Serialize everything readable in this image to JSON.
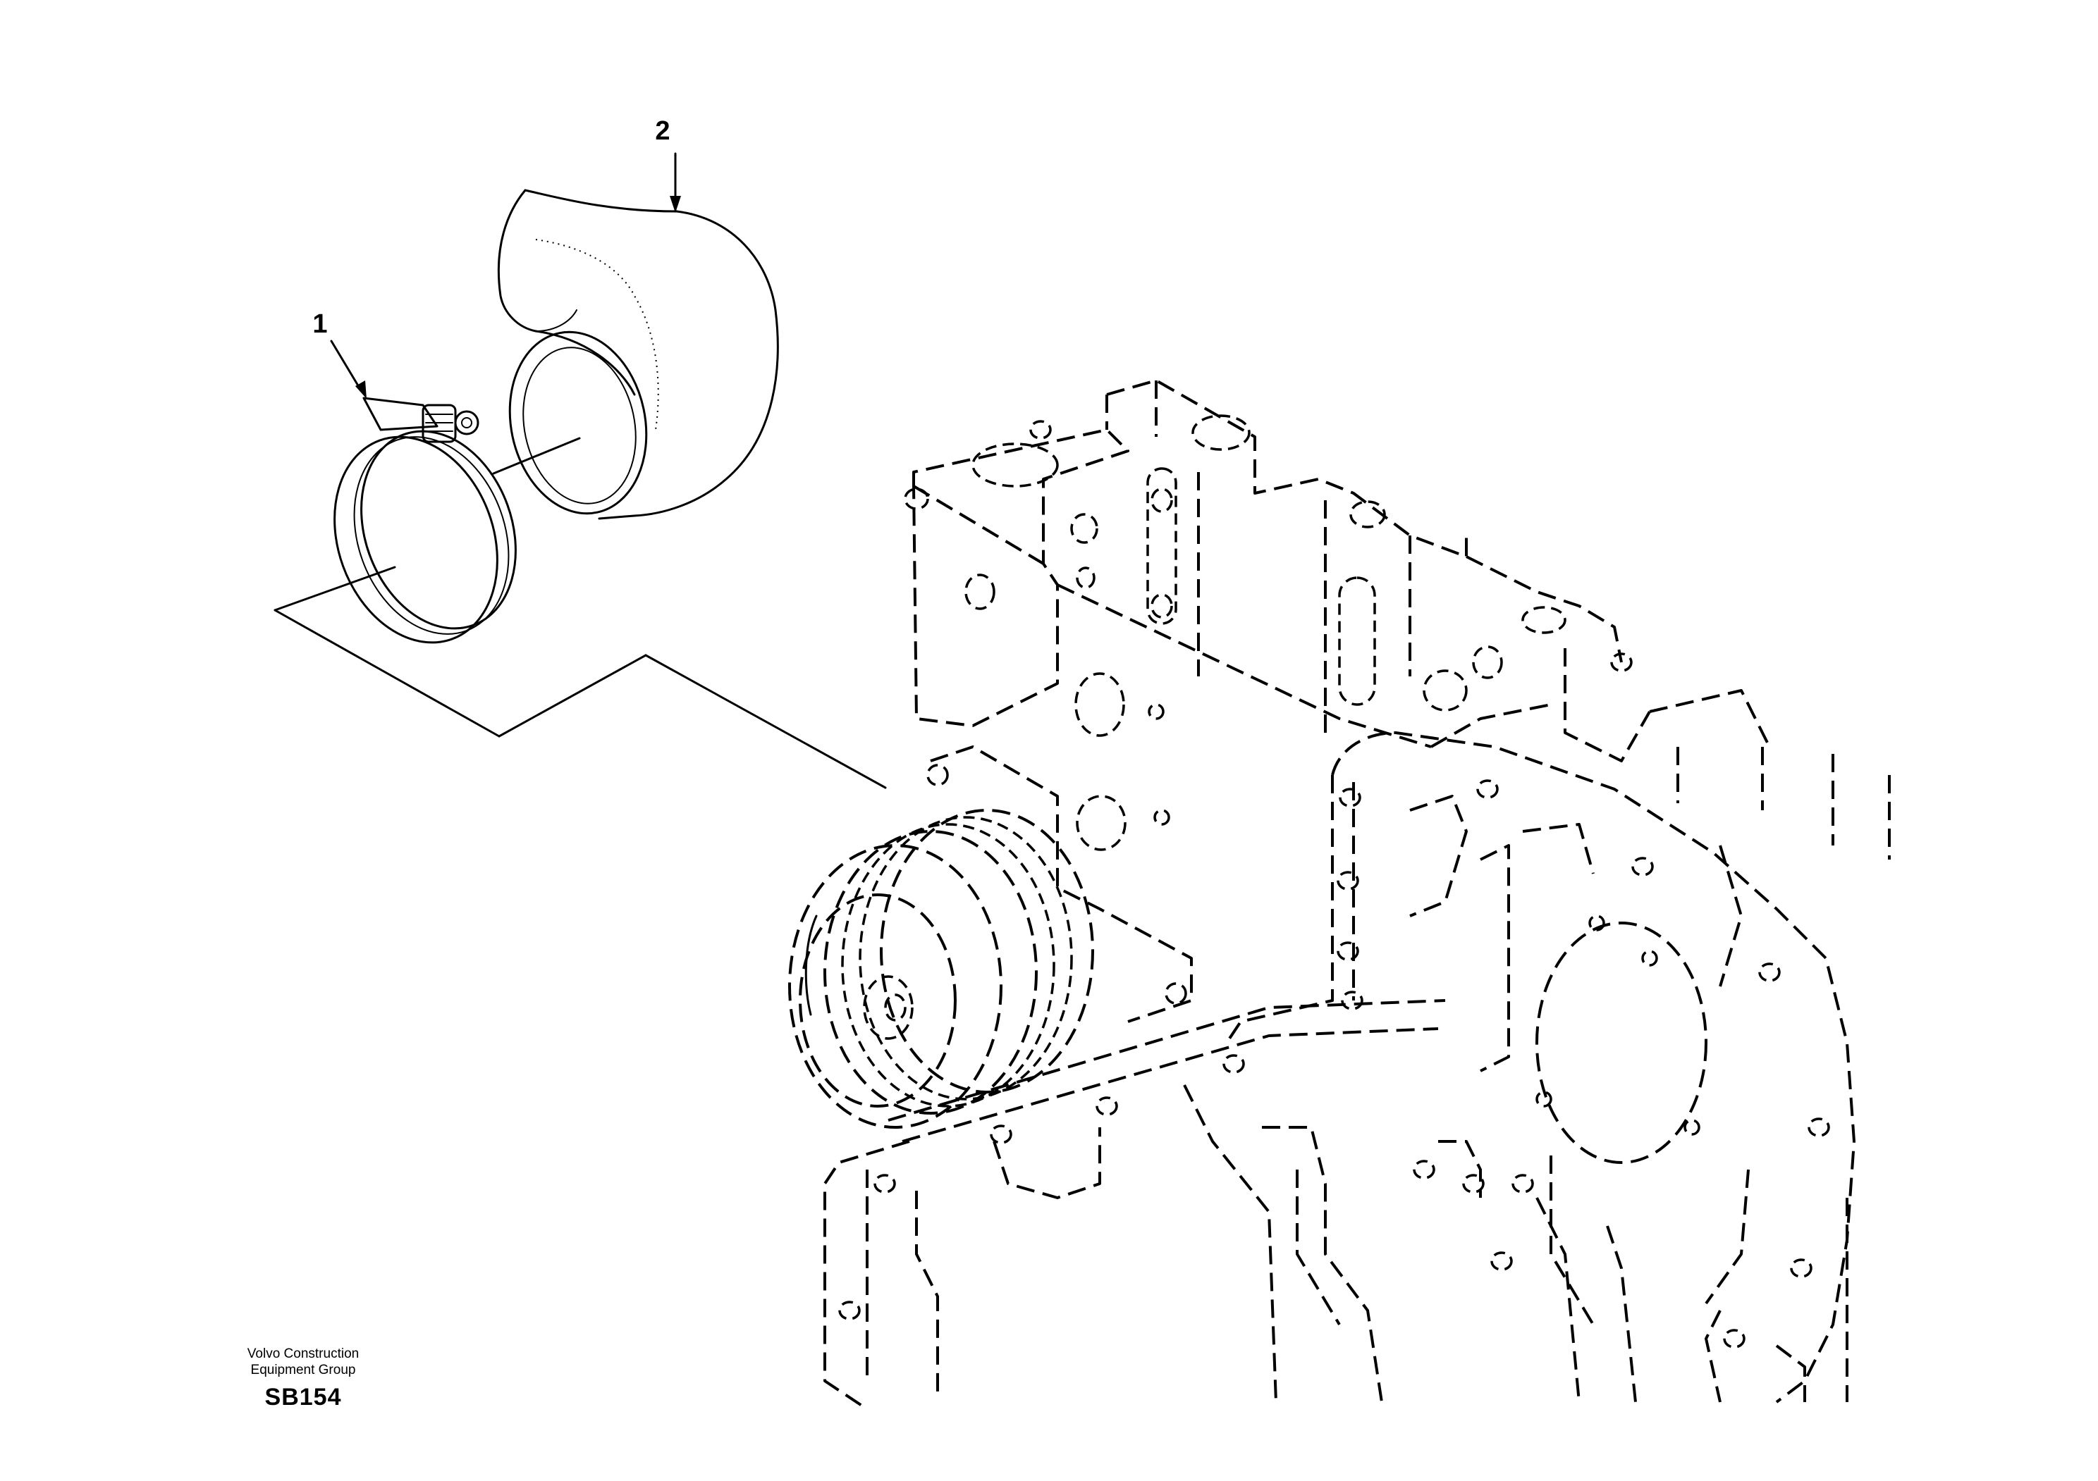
{
  "diagram": {
    "callouts": [
      {
        "id": "1",
        "label": "1",
        "part": "hose-clamp"
      },
      {
        "id": "2",
        "label": "2",
        "part": "hose-elbow"
      }
    ]
  },
  "footer": {
    "company": "Volvo Construction\nEquipment Group",
    "code": "SB154"
  }
}
